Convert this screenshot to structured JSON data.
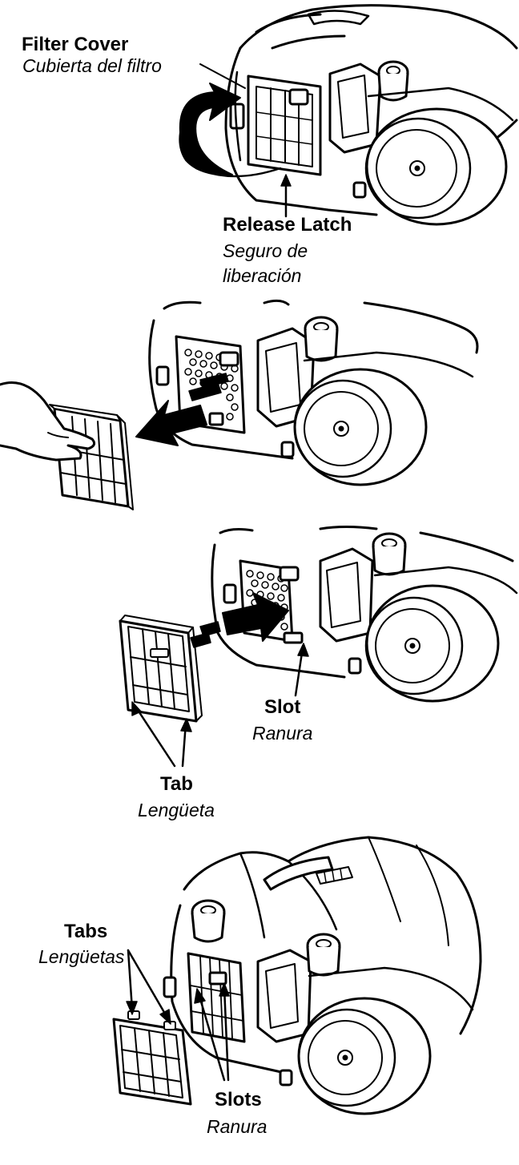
{
  "panels": [
    {
      "id": "remove-cover",
      "labels": {
        "filter_cover_en": "Filter Cover",
        "filter_cover_es": "Cubierta del filtro",
        "release_latch_en": "Release Latch",
        "release_latch_es_1": "Seguro de",
        "release_latch_es_2": "liberación"
      }
    },
    {
      "id": "remove-filter",
      "labels": {}
    },
    {
      "id": "insert-filter",
      "labels": {
        "slot_en": "Slot",
        "slot_es": "Ranura",
        "tab_en": "Tab",
        "tab_es": "Lengüeta"
      }
    },
    {
      "id": "replace-cover",
      "labels": {
        "tabs_en": "Tabs",
        "tabs_es": "Lengüetas",
        "slots_en": "Slots",
        "slots_es": "Ranura"
      }
    }
  ],
  "colors": {
    "line": "#000000",
    "fill": "#ffffff",
    "background": "#ffffff"
  }
}
